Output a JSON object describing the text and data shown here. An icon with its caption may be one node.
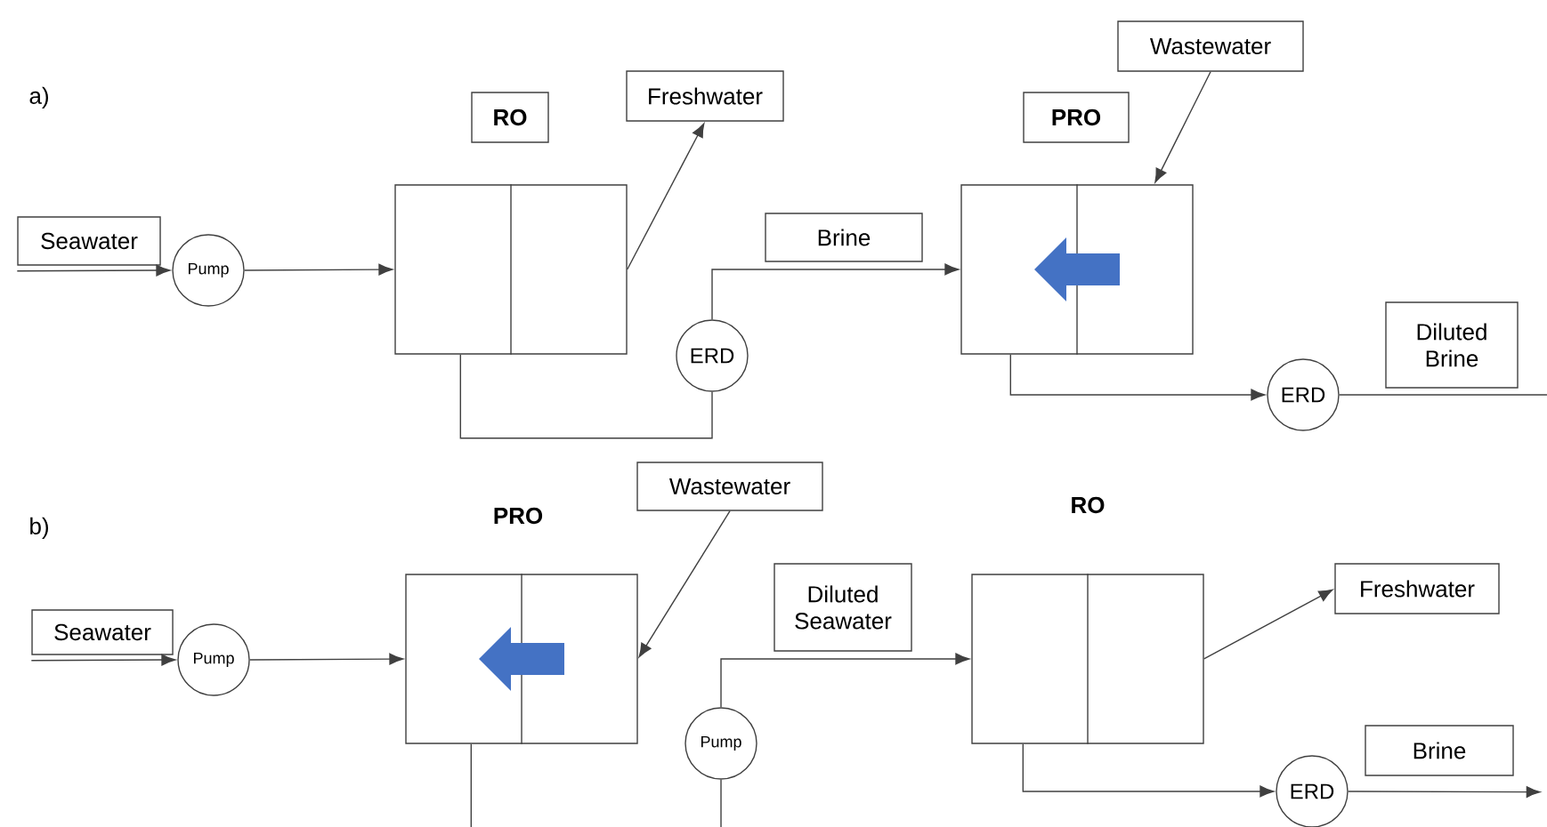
{
  "diagram": {
    "nodes": [
      {
        "text": [
          "Seawater"
        ]
      },
      {
        "text": [
          "Pump"
        ]
      },
      {
        "text": [
          "RO"
        ]
      },
      {
        "text": [],
        "shape": "box"
      },
      {
        "text": [
          "Freshwater"
        ]
      },
      {
        "text": [
          "ERD"
        ]
      },
      {
        "text": [
          "Brine"
        ]
      },
      {
        "text": [
          "PRO"
        ]
      },
      {
        "text": [],
        "shape": "box"
      },
      {
        "text": [
          "Wastewater"
        ]
      },
      {
        "text": [
          "ERD"
        ]
      },
      {
        "text": [
          "Diluted Brine"
        ]
      },
      {
        "text": [
          "Seawater"
        ]
      },
      {
        "text": [
          "Pump"
        ]
      },
      {
        "text": [],
        "shape": "box"
      },
      {
        "text": [
          "Wastewater"
        ]
      },
      {
        "text": [
          "Diluted Seawater"
        ]
      },
      {
        "text": [
          "Pump"
        ]
      },
      {
        "text": [],
        "shape": "box"
      },
      {
        "text": [
          "Freshwater"
        ]
      },
      {
        "text": [
          "ERD"
        ]
      },
      {
        "text": [
          "Brine"
        ]
      }
    ],
    "edges": [
      {
        "from": 0,
        "to": 1,
        "arrow": "to"
      },
      {
        "from": 1,
        "to": 3,
        "arrow": "to"
      },
      {
        "from": 3,
        "to": 4,
        "arrow": "to"
      },
      {
        "from": 3,
        "to": 5,
        "arrow": "none"
      },
      {
        "from": 5,
        "to": 8,
        "arrow": "to"
      },
      {
        "from": 9,
        "to": 8,
        "arrow": "to"
      },
      {
        "from": 8,
        "to": 10,
        "arrow": "to"
      },
      {
        "from": 10,
        "to": null,
        "arrow": "none"
      },
      {
        "from": 12,
        "to": 13,
        "arrow": "to"
      },
      {
        "from": 13,
        "to": 14,
        "arrow": "to"
      },
      {
        "from": 15,
        "to": 14,
        "arrow": "to"
      },
      {
        "from": 14,
        "to": 17,
        "arrow": "none"
      },
      {
        "from": 17,
        "to": 18,
        "arrow": "to"
      },
      {
        "from": 18,
        "to": 19,
        "arrow": "to"
      },
      {
        "from": 18,
        "to": 20,
        "arrow": "to"
      },
      {
        "from": 20,
        "to": 21,
        "arrow": "to"
      }
    ],
    "labels": [
      "a)",
      "b)",
      "PRO",
      "RO"
    ]
  }
}
